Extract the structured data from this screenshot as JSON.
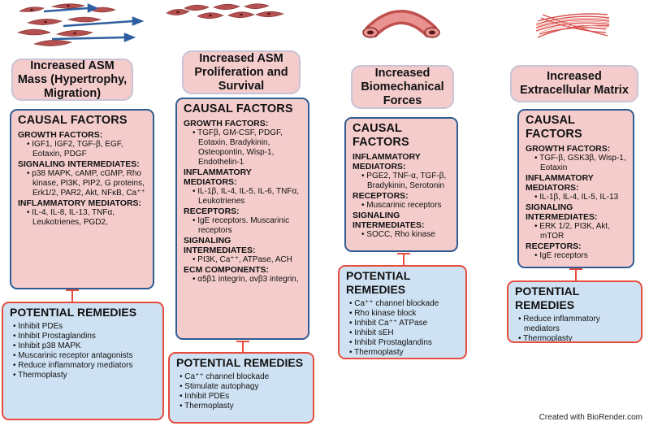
{
  "columns": [
    {
      "title": "Increased ASM\nMass (Hypertrophy,\nMigration)",
      "causal_heading": "CAUSAL FACTORS",
      "sections": [
        {
          "heading": "GROWTH FACTORS:",
          "items": [
            "IGF1, IGF2, TGF-β, EGF, Eotaxin, PDGF"
          ]
        },
        {
          "heading": "SIGNALING INTERMEDIATES:",
          "items": [
            "p38 MAPK, cAMP, cGMP, Rho kinase, PI3K, PIP2, G proteins, Erk1/2, PAR2, Akt, NFκB, Ca⁺⁺"
          ]
        },
        {
          "heading": "INFLAMMATORY MEDIATORS:",
          "items": [
            "IL-4, IL-8, IL-13, TNFα, Leukotrienes, PGD2,"
          ]
        }
      ],
      "remedy_heading": "POTENTIAL REMEDIES",
      "remedies": [
        "Inhibit PDEs",
        "Inhibit Prostaglandins",
        "Inhibit p38 MAPK",
        "Muscarinic receptor antagonists",
        "Reduce inflammatory mediators",
        "Thermoplasty"
      ]
    },
    {
      "title": "Increased ASM\nProliferation and\nSurvival",
      "causal_heading": "CAUSAL FACTORS",
      "sections": [
        {
          "heading": "GROWTH FACTORS:",
          "items": [
            "TGFβ, GM-CSF, PDGF, Eotaxin, Bradykinin, Osteopontin, Wisp-1, Endothelin-1"
          ]
        },
        {
          "heading": "INFLAMMATORY MEDIATORS:",
          "items": [
            "IL-1β, IL-4, IL-5, IL-6, TNFα, Leukotrienes"
          ]
        },
        {
          "heading": "RECEPTORS:",
          "items": [
            "IgE receptors. Muscarinic receptors"
          ]
        },
        {
          "heading": "SIGNALING INTERMEDIATES:",
          "items": [
            "PI3K, Ca⁺⁺, ATPase, ACH"
          ]
        },
        {
          "heading": "ECM COMPONENTS:",
          "items": [
            "α5β1 integrin, αvβ3 integrin,"
          ]
        }
      ],
      "remedy_heading": "POTENTIAL REMEDIES",
      "remedies": [
        "Ca⁺⁺ channel blockade",
        "Stimulate autophagy",
        "Inhibit PDEs",
        "Thermoplasty"
      ]
    },
    {
      "title": "Increased\nBiomechanical\nForces",
      "causal_heading": "CAUSAL FACTORS",
      "sections": [
        {
          "heading": "INFLAMMATORY MEDIATORS:",
          "items": [
            "PGE2, TNF-α, TGF-β, Bradykinin, Serotonin"
          ]
        },
        {
          "heading": "RECEPTORS:",
          "items": [
            "Muscarinic receptors"
          ]
        },
        {
          "heading": "SIGNALING INTERMEDIATES:",
          "items": [
            "SOCC, Rho kinase"
          ]
        }
      ],
      "remedy_heading": "POTENTIAL REMEDIES",
      "remedies": [
        "Ca⁺⁺ channel blockade",
        "Rho kinase block",
        "Inhibit Ca⁺⁺ ATPase",
        "Inhibit sEH",
        "Inhibit Prostaglandins",
        "Thermoplasty"
      ]
    },
    {
      "title": "Increased\nExtracellular Matrix",
      "causal_heading": "CAUSAL FACTORS",
      "sections": [
        {
          "heading": "GROWTH FACTORS:",
          "items": [
            "TGF-β, GSK3β, Wisp-1, Eotaxin"
          ]
        },
        {
          "heading": "INFLAMMATORY MEDIATORS:",
          "items": [
            "IL-1β, IL-4, IL-5, IL-13"
          ]
        },
        {
          "heading": "SIGNALING INTERMEDIATES:",
          "items": [
            "ERK 1/2, PI3K, Akt, mTOR"
          ]
        },
        {
          "heading": "RECEPTORS:",
          "items": [
            "IgE receptors"
          ]
        }
      ],
      "remedy_heading": "POTENTIAL REMEDIES",
      "remedies": [
        "Reduce inflammatory mediators",
        "Thermoplasty"
      ]
    }
  ],
  "credit": "Created with BioRender.com",
  "colors": {
    "title_fill": "#f4cccc",
    "causal_border": "#2e5c94",
    "remedy_border": "#e74c3c",
    "remedy_fill": "#cfe2f3",
    "inhibit_line": "#e74c3c"
  }
}
